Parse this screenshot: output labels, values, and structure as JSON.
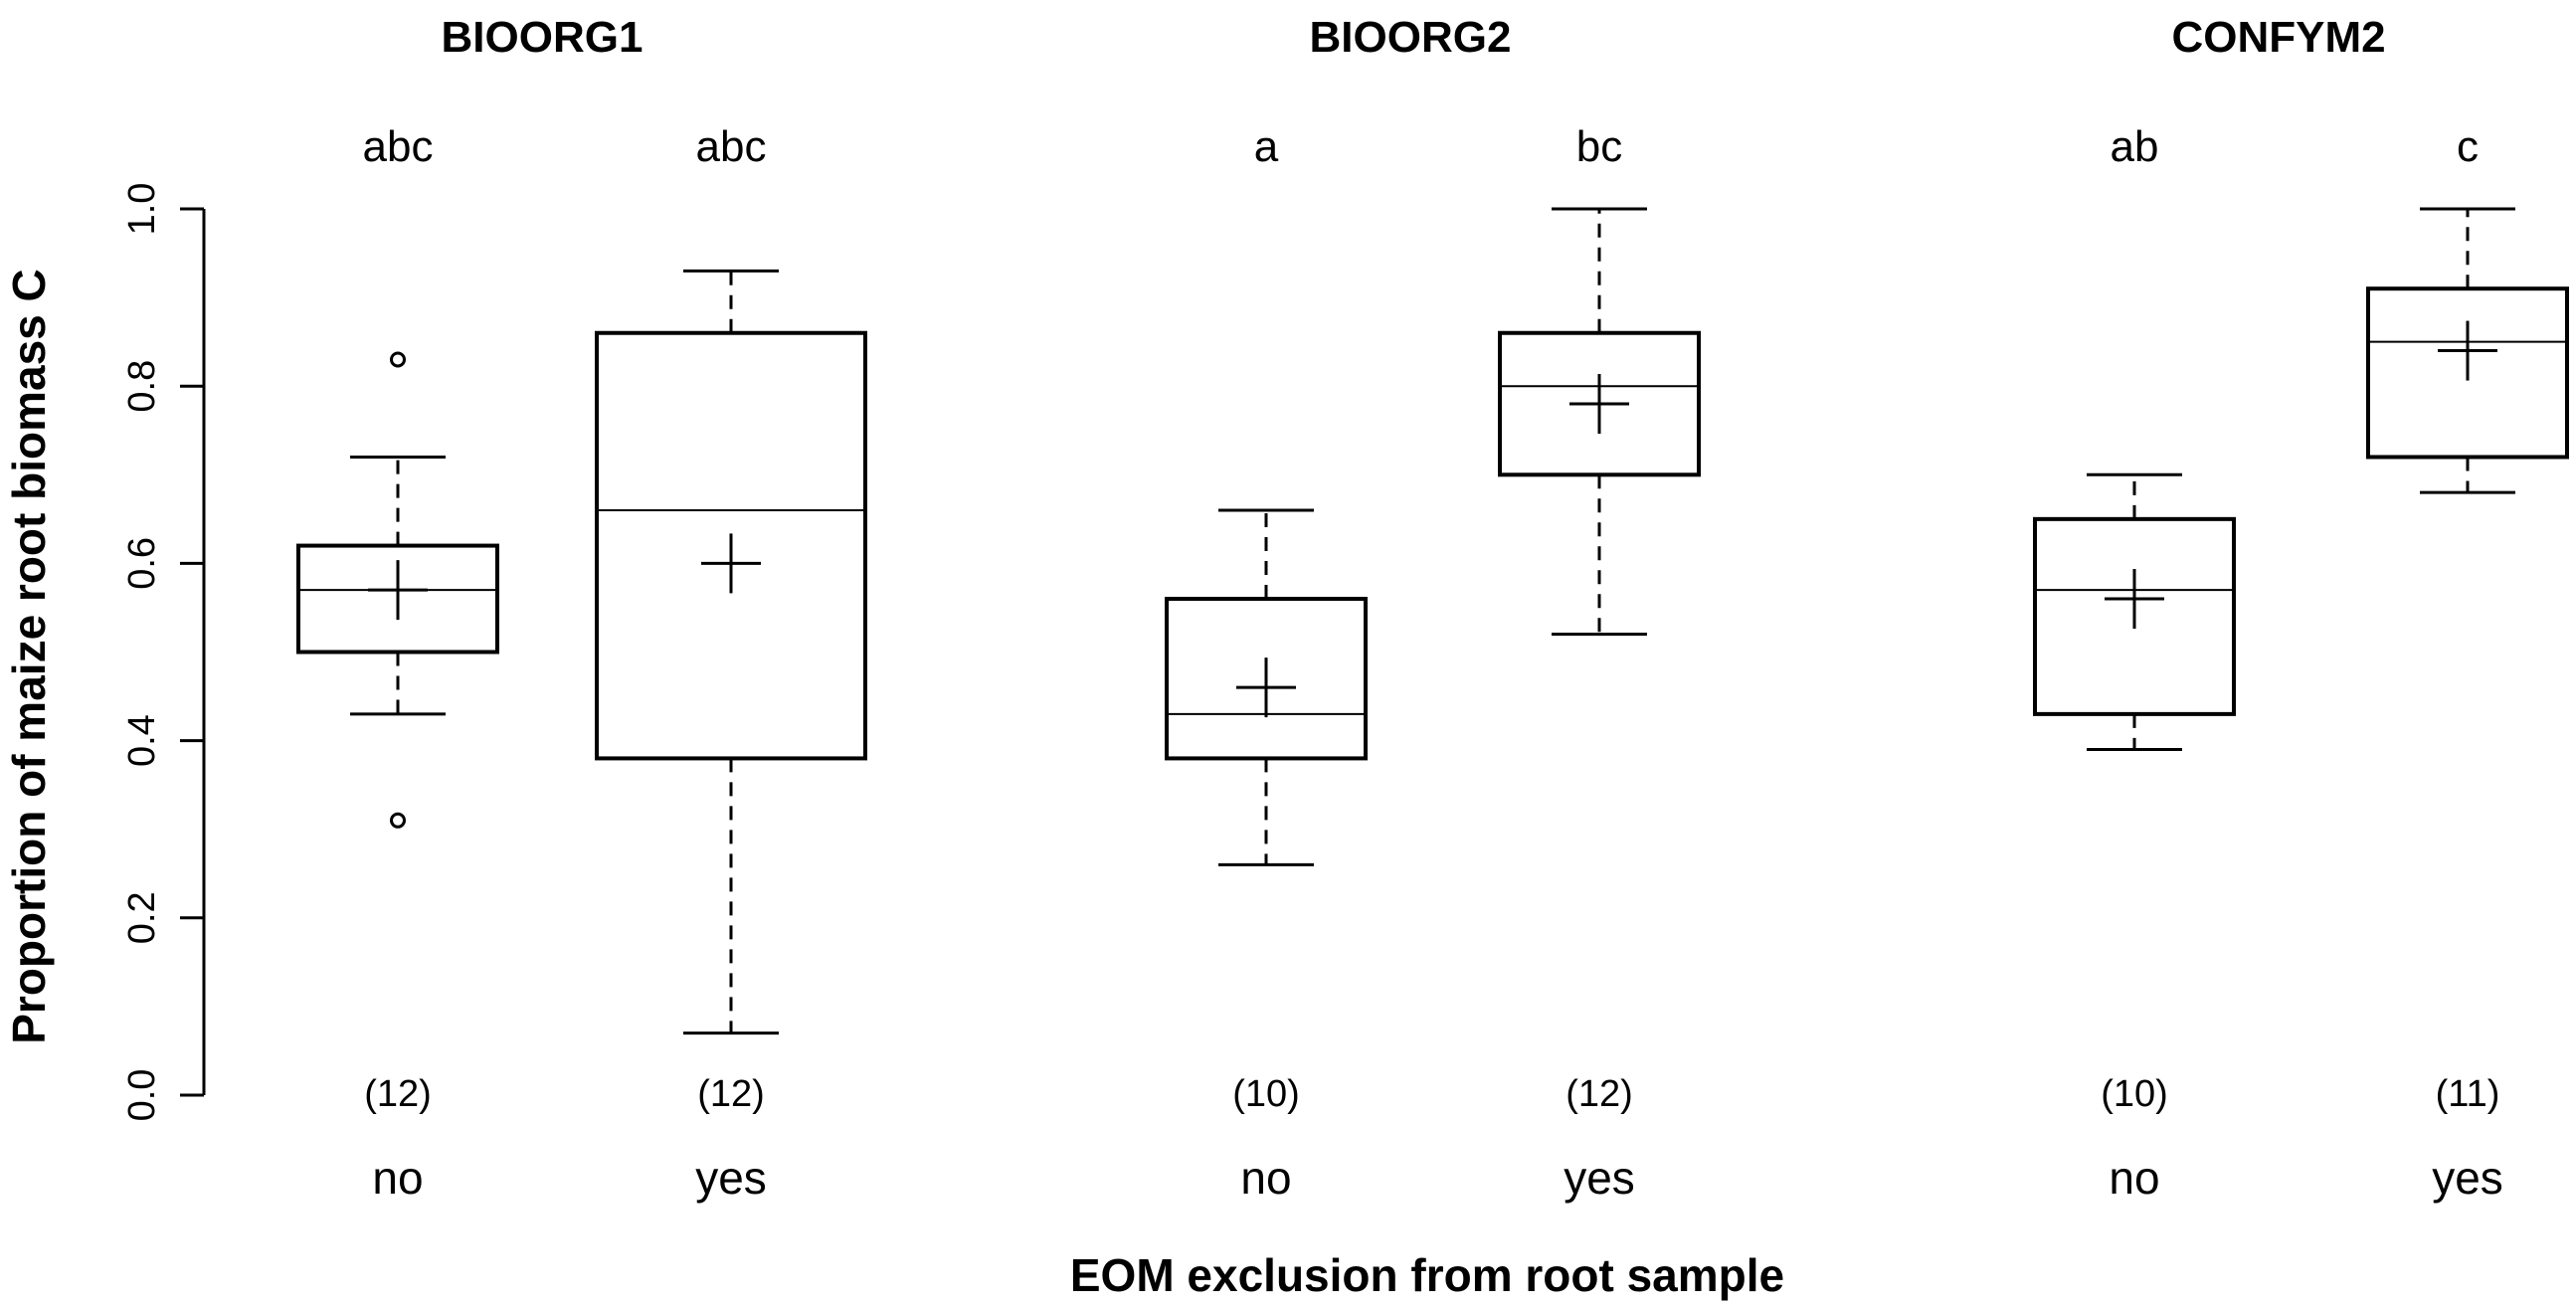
{
  "chart_data": {
    "type": "boxplot",
    "ylabel": "Proportion of maize root biomass C",
    "xlabel": "EOM exclusion from root sample",
    "ylim": [
      0,
      1
    ],
    "yticks": [
      "0.0",
      "0.2",
      "0.4",
      "0.6",
      "0.8",
      "1.0"
    ],
    "grid": false,
    "groups": [
      {
        "name": "BIOORG1",
        "boxes": [
          {
            "label": "no",
            "n": "(12)",
            "letters": "abc",
            "whisker_low": 0.43,
            "q1": 0.5,
            "median": 0.57,
            "q3": 0.62,
            "whisker_high": 0.72,
            "mean": 0.57,
            "outliers": [
              0.31,
              0.83
            ]
          },
          {
            "label": "yes",
            "n": "(12)",
            "letters": "abc",
            "whisker_low": 0.07,
            "q1": 0.38,
            "median": 0.66,
            "q3": 0.86,
            "whisker_high": 0.93,
            "mean": 0.6,
            "outliers": []
          }
        ]
      },
      {
        "name": "BIOORG2",
        "boxes": [
          {
            "label": "no",
            "n": "(10)",
            "letters": "a",
            "whisker_low": 0.26,
            "q1": 0.38,
            "median": 0.43,
            "q3": 0.56,
            "whisker_high": 0.66,
            "mean": 0.46,
            "outliers": []
          },
          {
            "label": "yes",
            "n": "(12)",
            "letters": "bc",
            "whisker_low": 0.52,
            "q1": 0.7,
            "median": 0.8,
            "q3": 0.86,
            "whisker_high": 1.0,
            "mean": 0.78,
            "outliers": []
          }
        ]
      },
      {
        "name": "CONFYM2",
        "boxes": [
          {
            "label": "no",
            "n": "(10)",
            "letters": "ab",
            "whisker_low": 0.39,
            "q1": 0.43,
            "median": 0.57,
            "q3": 0.65,
            "whisker_high": 0.7,
            "mean": 0.56,
            "outliers": []
          },
          {
            "label": "yes",
            "n": "(11)",
            "letters": "c",
            "whisker_low": 0.68,
            "q1": 0.72,
            "median": 0.85,
            "q3": 0.91,
            "whisker_high": 1.0,
            "mean": 0.84,
            "outliers": []
          }
        ]
      }
    ]
  }
}
